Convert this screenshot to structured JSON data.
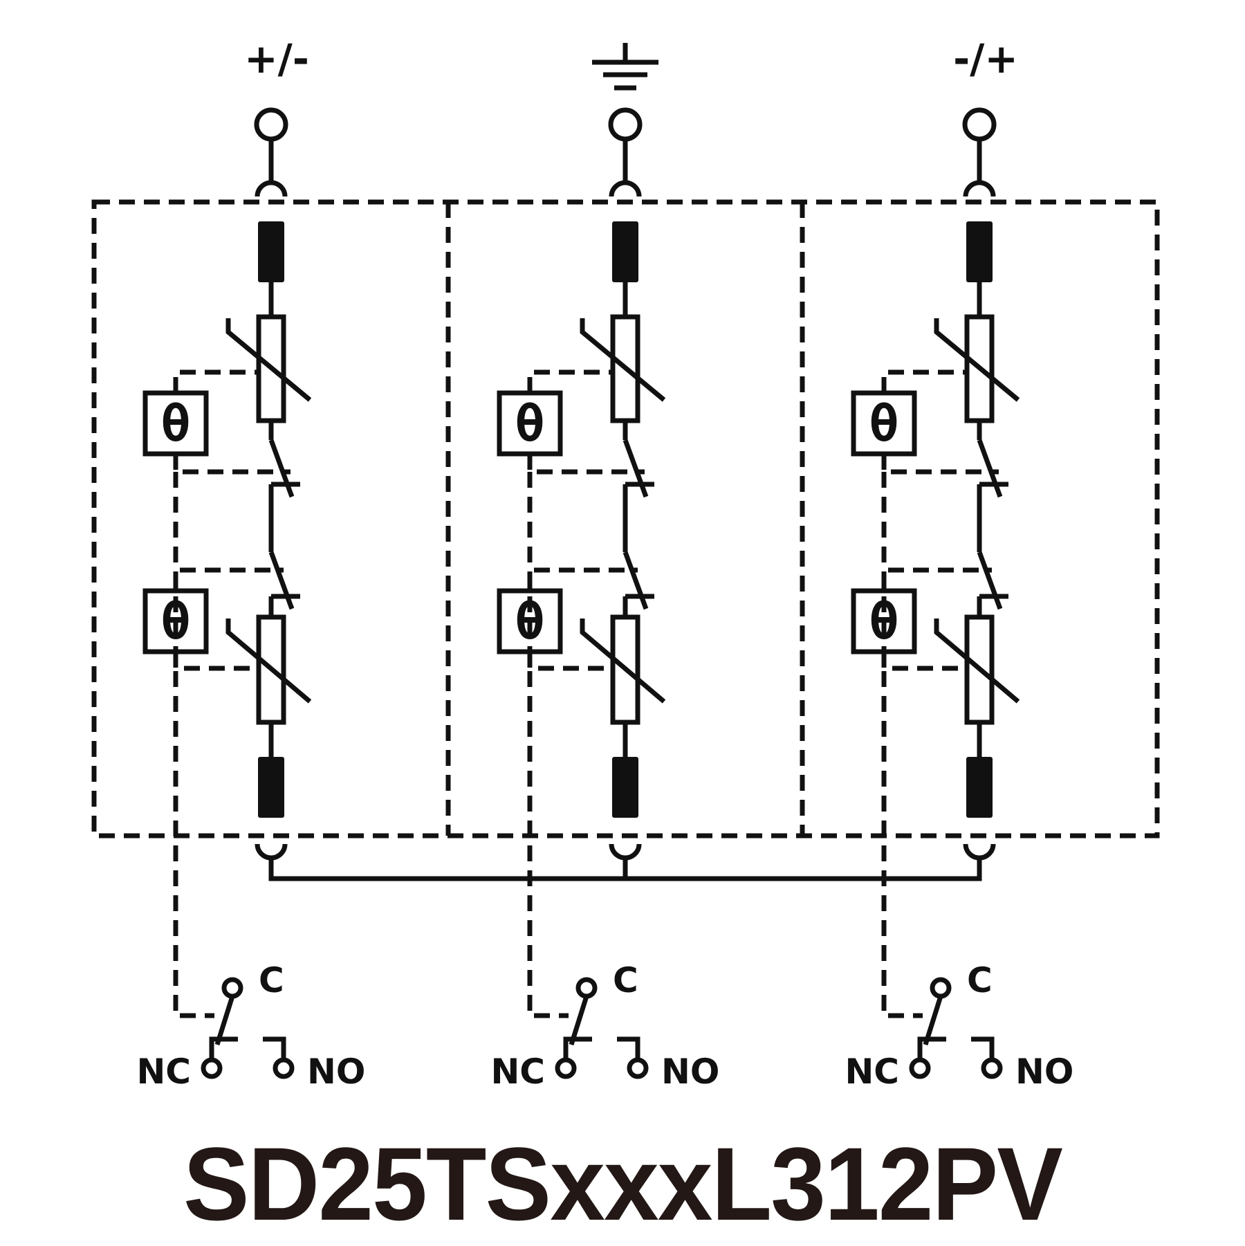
{
  "terminals": {
    "left": "+/-",
    "middle_icon": "ground-symbol",
    "right": "-/+"
  },
  "theta_symbol": "θ",
  "contacts": {
    "common": "C",
    "normally_closed": "NC",
    "normally_open": "NO"
  },
  "model": "SD25TSxxxL312PV",
  "colors": {
    "line": "#111111",
    "title": "#231815",
    "background": "#ffffff"
  }
}
